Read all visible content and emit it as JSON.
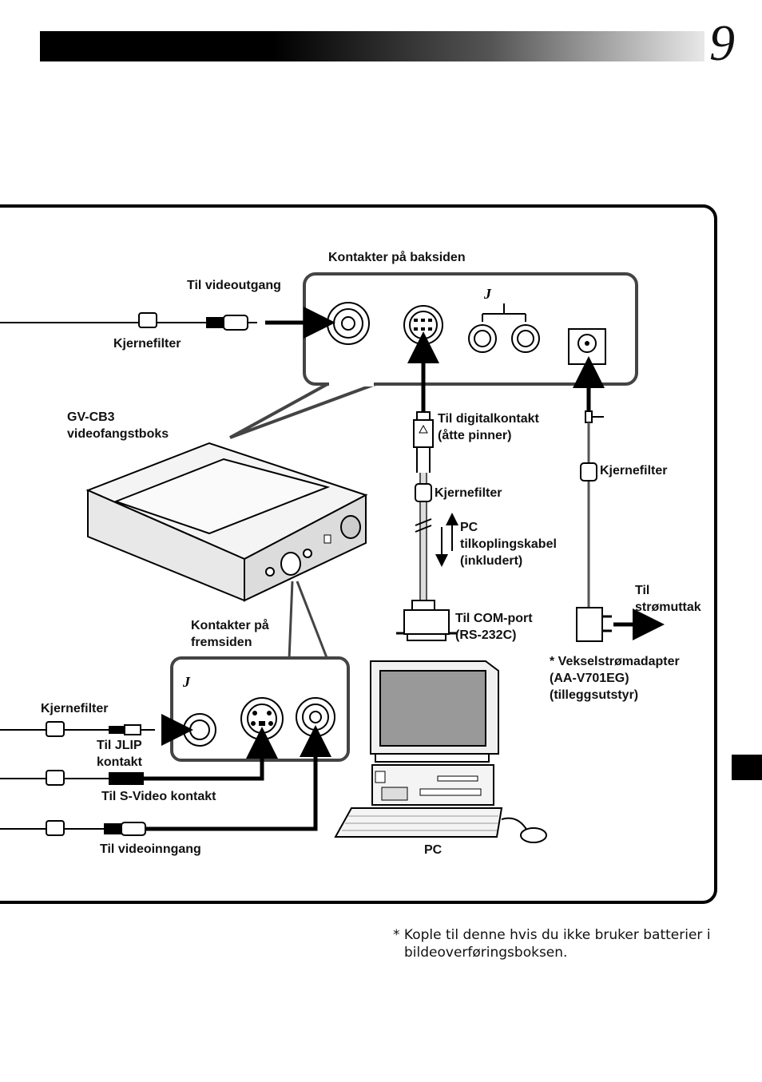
{
  "page": {
    "number": "9"
  },
  "labels": {
    "rear_connectors": "Kontakter på baksiden",
    "to_video_out": "Til videoutgang",
    "core_filter_top": "Kjernefilter",
    "device_name": "GV-CB3\nvideofangstboks",
    "to_digital": "Til digitalkontakt\n(åtte pinner)",
    "core_filter_cable": "Kjernefilter",
    "core_filter_power": "Kjernefilter",
    "pc_cable": "PC\ntilkoplingskabel\n(inkludert)",
    "to_power_outlet": "Til\nstrømuttak",
    "front_connectors": "Kontakter på\nfremsiden",
    "to_com": "Til COM-port\n(RS-232C)",
    "adapter": "* Vekselstrømadapter\n   (AA-V701EG)\n   (tilleggsutstyr)",
    "core_filter_front": "Kjernefilter",
    "to_jlip": "Til JLIP\nkontakt",
    "to_svideo": "Til S-Video kontakt",
    "to_video_in": "Til videoinngang",
    "pc": "PC",
    "jlip_mark_rear": "J",
    "jlip_mark_front": "J"
  },
  "footnote": "* Kople til denne hvis du ikke bruker batterier i bildeoverføringsboksen."
}
